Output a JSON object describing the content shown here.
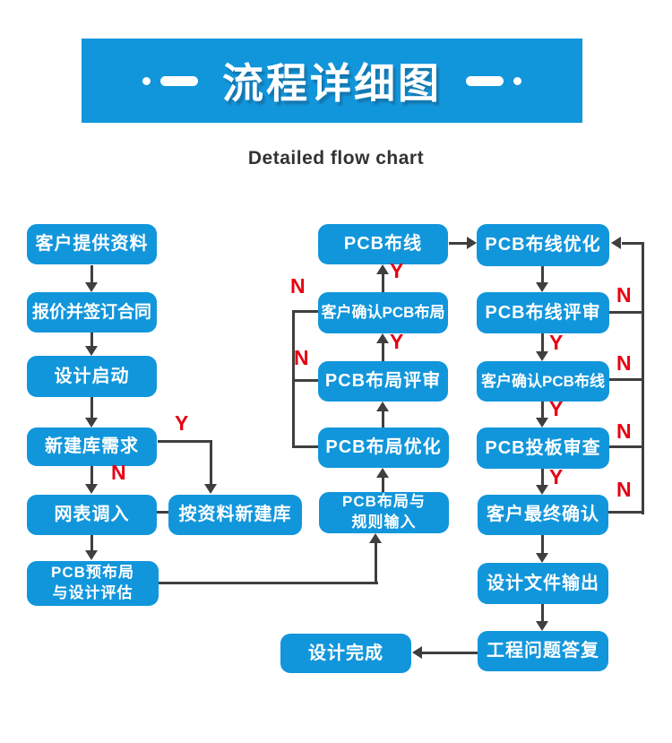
{
  "banner": {
    "title": "流程详细图"
  },
  "subtitle": "Detailed flow chart",
  "labels": {
    "yes": "Y",
    "no": "N"
  },
  "colors": {
    "node_blue": "#1296db",
    "arrow_gray": "#3f3f3f",
    "label_red": "#e60012",
    "subtitle_color": "#333333"
  },
  "nodes": {
    "customer_provides_data": "客户提供资料",
    "quote_sign_contract": "报价并签订合同",
    "design_start": "设计启动",
    "new_library_requirement": "新建库需求",
    "netlist_import": "网表调入",
    "pcb_prelayout_evaluation_line1": "PCB预布局",
    "pcb_prelayout_evaluation_line2": "与设计评估",
    "create_library_per_data": "按资料新建库",
    "pcb_routing": "PCB布线",
    "customer_confirm_layout": "客户确认PCB布局",
    "pcb_layout_review": "PCB布局评审",
    "pcb_layout_optimization": "PCB布局优化",
    "pcb_layout_rules_input_line1": "PCB布局与",
    "pcb_layout_rules_input_line2": "规则输入",
    "pcb_routing_optimization": "PCB布线优化",
    "pcb_routing_review": "PCB布线评审",
    "customer_confirm_routing": "客户确认PCB布线",
    "pcb_tapeout_review": "PCB投板审查",
    "customer_final_confirm": "客户最终确认",
    "design_file_output": "设计文件输出",
    "engineering_qa_reply": "工程问题答复",
    "design_complete": "设计完成"
  },
  "edges": [
    {
      "from": "customer_provides_data",
      "to": "quote_sign_contract",
      "label": ""
    },
    {
      "from": "quote_sign_contract",
      "to": "design_start",
      "label": ""
    },
    {
      "from": "design_start",
      "to": "new_library_requirement",
      "label": ""
    },
    {
      "from": "new_library_requirement",
      "to": "netlist_import",
      "label": "N"
    },
    {
      "from": "new_library_requirement",
      "to": "create_library_per_data",
      "label": "Y"
    },
    {
      "from": "create_library_per_data",
      "to": "netlist_import",
      "label": ""
    },
    {
      "from": "netlist_import",
      "to": "pcb_prelayout_evaluation",
      "label": ""
    },
    {
      "from": "pcb_prelayout_evaluation",
      "to": "pcb_layout_rules_input",
      "label": ""
    },
    {
      "from": "pcb_layout_rules_input",
      "to": "pcb_layout_optimization",
      "label": ""
    },
    {
      "from": "pcb_layout_optimization",
      "to": "pcb_layout_review",
      "label": ""
    },
    {
      "from": "pcb_layout_review",
      "to": "customer_confirm_layout",
      "label": "Y"
    },
    {
      "from": "pcb_layout_review",
      "to": "pcb_layout_optimization",
      "label": "N"
    },
    {
      "from": "customer_confirm_layout",
      "to": "pcb_routing",
      "label": "Y"
    },
    {
      "from": "customer_confirm_layout",
      "to": "pcb_layout_optimization",
      "label": "N"
    },
    {
      "from": "pcb_routing",
      "to": "pcb_routing_optimization",
      "label": ""
    },
    {
      "from": "pcb_routing_optimization",
      "to": "pcb_routing_review",
      "label": ""
    },
    {
      "from": "pcb_routing_review",
      "to": "customer_confirm_routing",
      "label": "Y"
    },
    {
      "from": "pcb_routing_review",
      "to": "pcb_routing_optimization",
      "label": "N"
    },
    {
      "from": "customer_confirm_routing",
      "to": "pcb_tapeout_review",
      "label": "Y"
    },
    {
      "from": "customer_confirm_routing",
      "to": "pcb_routing_optimization",
      "label": "N"
    },
    {
      "from": "pcb_tapeout_review",
      "to": "customer_final_confirm",
      "label": "Y"
    },
    {
      "from": "pcb_tapeout_review",
      "to": "pcb_routing_optimization",
      "label": "N"
    },
    {
      "from": "customer_final_confirm",
      "to": "design_file_output",
      "label": ""
    },
    {
      "from": "customer_final_confirm",
      "to": "pcb_routing_optimization",
      "label": "N"
    },
    {
      "from": "design_file_output",
      "to": "engineering_qa_reply",
      "label": ""
    },
    {
      "from": "engineering_qa_reply",
      "to": "design_complete",
      "label": ""
    }
  ]
}
